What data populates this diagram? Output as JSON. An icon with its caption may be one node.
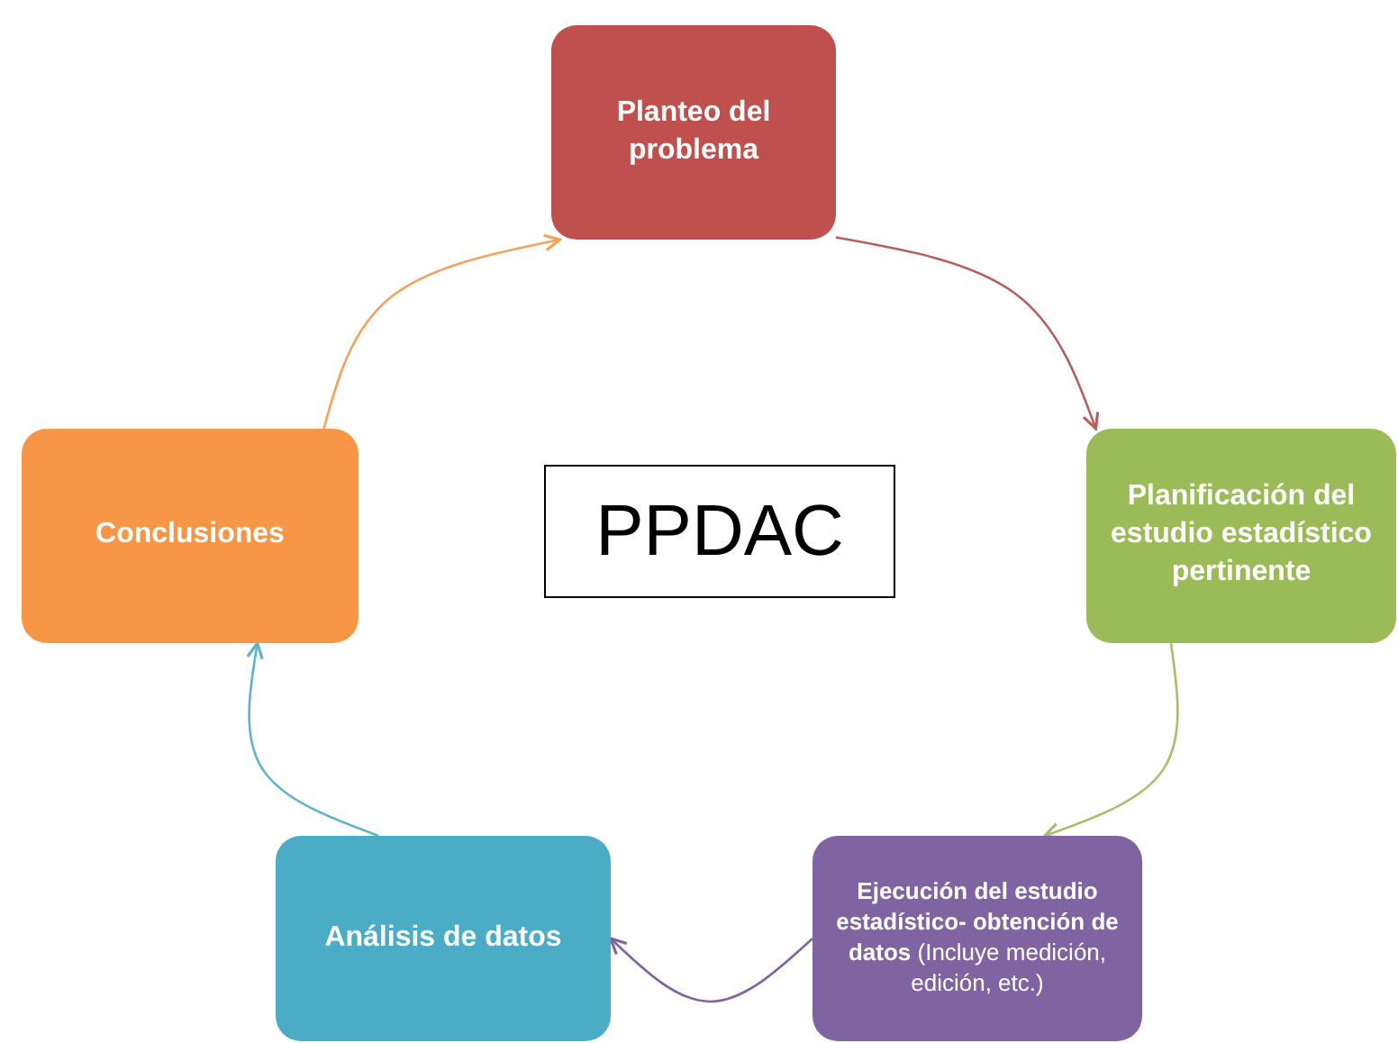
{
  "diagram": {
    "nodes": [
      {
        "text": [
          "Planteo del problema"
        ]
      },
      {
        "text": [
          "Planificación del estudio estadístico pertinente"
        ]
      },
      {
        "text": [
          "**Ejecución del estudio estadístico- obtención de datos** (Incluye medición, edición, etc.)"
        ]
      },
      {
        "text": [
          "Análisis de datos"
        ]
      },
      {
        "text": [
          "Conclusiones"
        ]
      },
      {
        "text": [
          "PPDAC"
        ]
      }
    ],
    "edges": [
      {
        "from": 0,
        "to": 1,
        "arrow": "to",
        "color": "#b5605c"
      },
      {
        "from": 1,
        "to": 2,
        "arrow": "to",
        "color": "#a5c06a"
      },
      {
        "from": 2,
        "to": 3,
        "arrow": "to",
        "color": "#8064a2"
      },
      {
        "from": 3,
        "to": 4,
        "arrow": "to",
        "color": "#5fb3cc"
      },
      {
        "from": 4,
        "to": 0,
        "arrow": "to",
        "color": "#f3a35a"
      }
    ]
  }
}
